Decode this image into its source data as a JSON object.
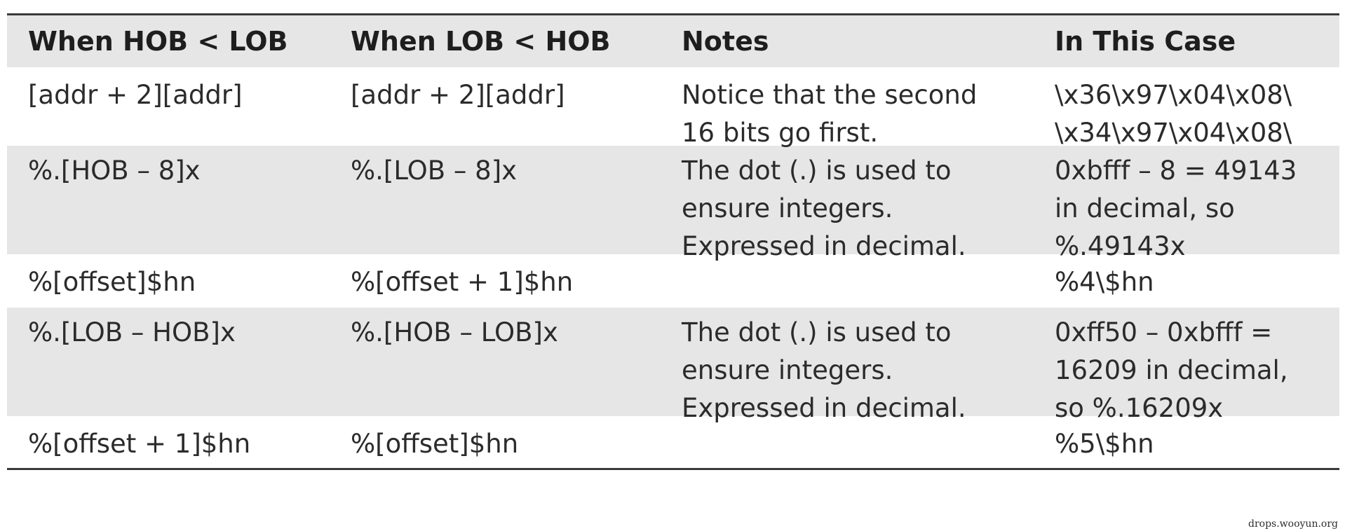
{
  "table": {
    "headers": [
      "When HOB < LOB",
      "When LOB < HOB",
      "Notes",
      "In This Case"
    ],
    "rows": [
      [
        "[addr + 2][addr]",
        "[addr + 2][addr]",
        "Notice that the second\n16 bits go first.",
        "\\x36\\x97\\x04\\x08\\\n\\x34\\x97\\x04\\x08\\"
      ],
      [
        "%.[HOB – 8]x",
        "%.[LOB – 8]x",
        "The dot (.) is used to\nensure integers.\nExpressed in decimal.",
        "0xbfff – 8 = 49143\nin decimal, so\n%.49143x"
      ],
      [
        "%[offset]$hn",
        "%[offset + 1]$hn",
        "",
        "%4\\$hn"
      ],
      [
        "%.[LOB – HOB]x",
        "%.[HOB – LOB]x",
        "The dot (.) is used to\nensure integers.\nExpressed in decimal.",
        "0xff50 – 0xbfff =\n16209 in decimal,\nso %.16209x"
      ],
      [
        "%[offset + 1]$hn",
        "%[offset]$hn",
        "",
        "%5\\$hn"
      ]
    ]
  },
  "watermark": "drops.wooyun.org"
}
